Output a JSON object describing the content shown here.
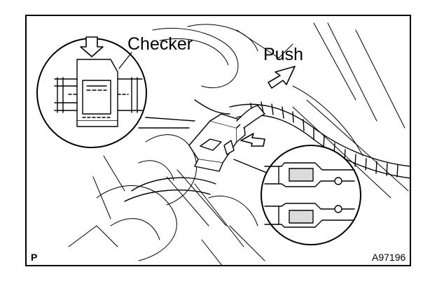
{
  "figure": {
    "labels": {
      "checker": "Checker",
      "push": "Push",
      "corner_mark": "P",
      "figure_code": "A97196"
    }
  }
}
